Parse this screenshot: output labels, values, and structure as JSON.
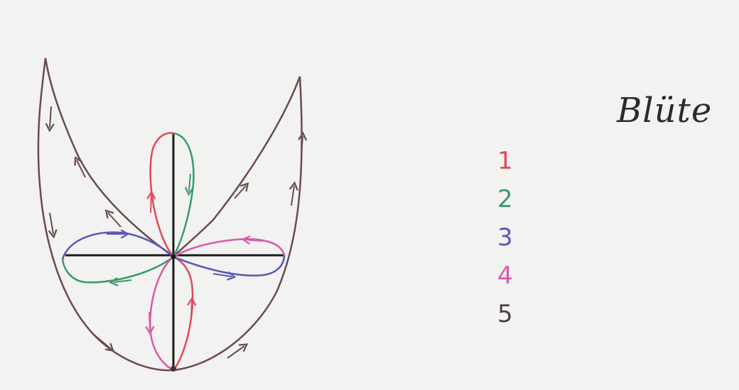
{
  "title": "Blüte",
  "legend": [
    {
      "label": "1",
      "color": "#e04a5a"
    },
    {
      "label": "2",
      "color": "#3a9a68"
    },
    {
      "label": "3",
      "color": "#5a56b8"
    },
    {
      "label": "4",
      "color": "#d85aa8"
    },
    {
      "label": "5",
      "color": "#4a4040"
    }
  ],
  "colors": {
    "axes": "#1a1a1a",
    "outer_curve": "#6a4a50",
    "paper": "#f2f2f1"
  }
}
